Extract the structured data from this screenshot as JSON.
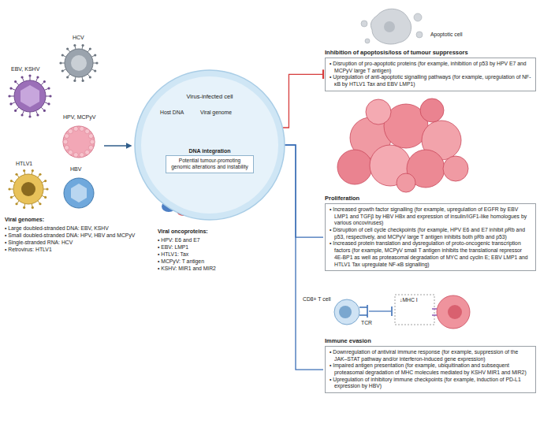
{
  "diagram": {
    "nodes": [
      {
        "text": [
          "Virus-infected cell"
        ]
      },
      {
        "text": [
          "DNA integration",
          "Potential tumour-promoting genomic alterations and instability"
        ],
        "in": 0
      },
      {
        "text": [
          "Inhibition of apoptosis/loss of tumour suppressors",
          "• Disruption of pro-apoptotic proteins (for example, inhibition of p53 by HPV E7 and MCPyV large T antigen)",
          "• Upregulation of anti-apoptotic signalling pathways (for example, upregulation of NF-κB by HTLV1 Tax and EBV LMP1)"
        ]
      },
      {
        "text": [
          "Proliferation",
          "• Increased growth factor signalling (for example, upregulation of EGFR by EBV LMP1 and TGFβ by HBV HBx and expression of insulin/IGF1-like homologues by various oncoviruses)",
          "• Disruption of cell cycle checkpoints (for example, HPV E6 and E7 inhibit pRb and p53, respectively, and MCPyV large T antigen inhibits both pRb and p53)",
          "• Increased protein translation and dysregulation of proto-oncogenic transcription factors (for example, MCPyV small T antigen inhibits the translational repressor 4E-BP1 as well as proteasomal degradation of MYC and cyclin E; EBV LMP1 and HTLV1 Tax upregulate NF-κB signalling)"
        ]
      },
      {
        "text": [
          "Immune evasion",
          "• Downregulation of antiviral immune response (for example, suppression of the JAK–STAT pathway and/or interferon-induced gene expression)",
          "• Impaired antigen presentation (for example, ubiquitination and subsequent proteasomal degradation of MHC molecules mediated by KSHV MIR1 and MIR2)",
          "• Upregulation of inhibitory immune checkpoints (for example, induction of PD-L1 expression by HBV)"
        ]
      }
    ],
    "edges": [
      {
        "from": 0,
        "to": 2,
        "arrow": "to"
      },
      {
        "from": 0,
        "to": 3,
        "arrow": "none"
      },
      {
        "from": 0,
        "to": 4,
        "arrow": "none"
      }
    ],
    "labels": [
      "EBV, KSHV",
      "HCV",
      "HPV, MCPyV",
      "HTLV1",
      "HBV",
      "Viral genomes:",
      "• Large doubled-stranded DNA: EBV, KSHV",
      "• Small doubled-stranded DNA: HPV, HBV and MCPyV",
      "• Single-stranded RNA: HCV",
      "• Retrovirus: HTLV1",
      "Host DNA",
      "Viral genome",
      "Viral oncoproteins:",
      "• HPV: E6 and E7",
      "• EBV: LMP1",
      "• HTLV1: Tax",
      "• MCPyV: T antigen",
      "• KSHV: MIR1 and MIR2",
      "Apoptotic cell",
      "CD8+ T cell",
      "TCR",
      "↓MHC I"
    ]
  }
}
